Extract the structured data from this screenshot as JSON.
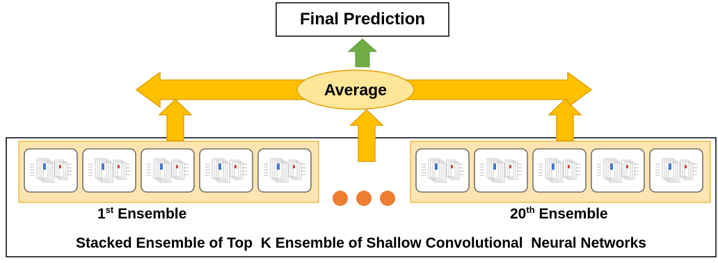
{
  "final_prediction": "Final Prediction",
  "average": "Average",
  "ensembles": [
    {
      "num": "1",
      "sup": "st",
      "label": "Ensemble",
      "model_count": 5
    },
    {
      "num": "20",
      "sup": "th",
      "label": "Ensemble",
      "model_count": 5
    }
  ],
  "caption": "Stacked Ensemble of Top  K Ensemble of Shallow Convolutional  Neural Networks",
  "colors": {
    "arrow_fill": "#ffc000",
    "arrow_stroke": "#e0a000",
    "up_arrow_green": "#70ad47",
    "average_ellipse": "#ffe699",
    "ensemble_panel": "#fde4b0",
    "dots": "#ed7d31"
  }
}
